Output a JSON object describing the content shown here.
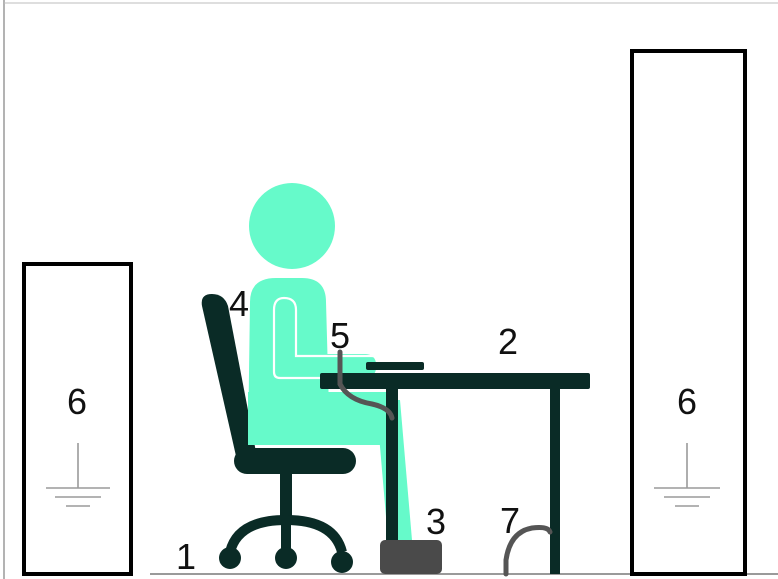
{
  "labels": {
    "floor": "1",
    "desk": "2",
    "footrest": "3",
    "chair": "4",
    "wrist_strap": "5",
    "left_cabinet": "6",
    "right_cabinet": "6",
    "floor_cord": "7"
  },
  "icons": {
    "left_ground": "ground-symbol-icon",
    "right_ground": "ground-symbol-icon"
  },
  "colors": {
    "person": "#66FACA",
    "dark_green": "#0A2B26",
    "footrest": "#4A4A4A",
    "cord": "#555555",
    "outline": "#000000",
    "frame": "#9A9A9A"
  }
}
